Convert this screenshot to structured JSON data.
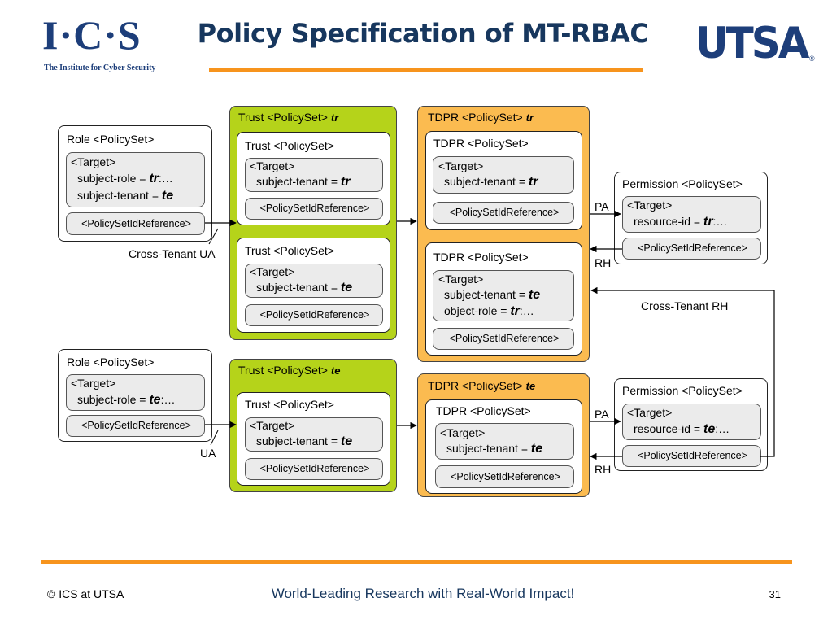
{
  "header": {
    "logo_ics": "I·C·S",
    "logo_ics_sub": "The Institute for Cyber Security",
    "title": "Policy Specification of MT-RBAC",
    "logo_utsa": "UTSA",
    "logo_utsa_mark": "®"
  },
  "footer": {
    "left": "© ICS at UTSA",
    "center": "World-Leading Research with Real-World Impact!",
    "page": "31"
  },
  "diagram": {
    "role_top": {
      "title": "Role <PolicySet>",
      "target": "<Target>",
      "line1_prefix": "subject-role = ",
      "line1_var": "tr",
      "line1_suffix": ":…",
      "line2_prefix": "subject-tenant = ",
      "line2_var": "te",
      "ref": "<PolicySetIdReference>"
    },
    "role_bottom": {
      "title": "Role <PolicySet>",
      "target": "<Target>",
      "line1_prefix": "subject-role = ",
      "line1_var": "te",
      "line1_suffix": ":…",
      "ref": "<PolicySetIdReference>"
    },
    "trust_tr": {
      "header_prefix": "Trust <PolicySet> ",
      "header_var": "tr",
      "inner1_title": "Trust <PolicySet>",
      "inner1_target": "<Target>",
      "inner1_prefix": "subject-tenant = ",
      "inner1_var": "tr",
      "inner1_ref": "<PolicySetIdReference>",
      "inner2_title": "Trust <PolicySet>",
      "inner2_target": "<Target>",
      "inner2_prefix": "subject-tenant = ",
      "inner2_var": "te",
      "inner2_ref": "<PolicySetIdReference>"
    },
    "trust_te": {
      "header_prefix": "Trust <PolicySet> ",
      "header_var": "te",
      "inner_title": "Trust <PolicySet>",
      "inner_target": "<Target>",
      "inner_prefix": "subject-tenant = ",
      "inner_var": "te",
      "inner_ref": "<PolicySetIdReference>"
    },
    "tdpr_tr": {
      "header_prefix": "TDPR <PolicySet> ",
      "header_var": "tr",
      "inner1_title": "TDPR <PolicySet>",
      "inner1_target": "<Target>",
      "inner1_prefix": "subject-tenant = ",
      "inner1_var": "tr",
      "inner1_ref": "<PolicySetIdReference>",
      "inner2_title": "TDPR <PolicySet>",
      "inner2_target": "<Target>",
      "inner2_prefix": "subject-tenant = ",
      "inner2_var": "te",
      "inner2_line2_prefix": "object-role = ",
      "inner2_line2_var": "tr",
      "inner2_line2_suffix": ":…",
      "inner2_ref": "<PolicySetIdReference>"
    },
    "tdpr_te": {
      "header_prefix": "TDPR <PolicySet> ",
      "header_var": "te",
      "inner_title": "TDPR <PolicySet>",
      "inner_target": "<Target>",
      "inner_prefix": "subject-tenant = ",
      "inner_var": "te",
      "inner_ref": "<PolicySetIdReference>"
    },
    "perm_top": {
      "title": "Permission <PolicySet>",
      "target": "<Target>",
      "prefix": "resource-id = ",
      "var": "tr",
      "suffix": ":…",
      "ref": "<PolicySetIdReference>"
    },
    "perm_bottom": {
      "title": "Permission <PolicySet>",
      "target": "<Target>",
      "prefix": "resource-id = ",
      "var": "te",
      "suffix": ":…",
      "ref": "<PolicySetIdReference>"
    },
    "labels": {
      "cross_tenant_ua": "Cross-Tenant UA",
      "ua": "UA",
      "pa_top": "PA",
      "rh_top": "RH",
      "cross_tenant_rh": "Cross-Tenant RH",
      "pa_bottom": "PA",
      "rh_bottom": "RH"
    },
    "colors": {
      "trust_fill": "#b5d31a",
      "tdpr_fill": "#fbbb50",
      "pill_fill": "#ebebeb",
      "accent_line": "#f7941d",
      "title_color": "#17375e"
    }
  }
}
